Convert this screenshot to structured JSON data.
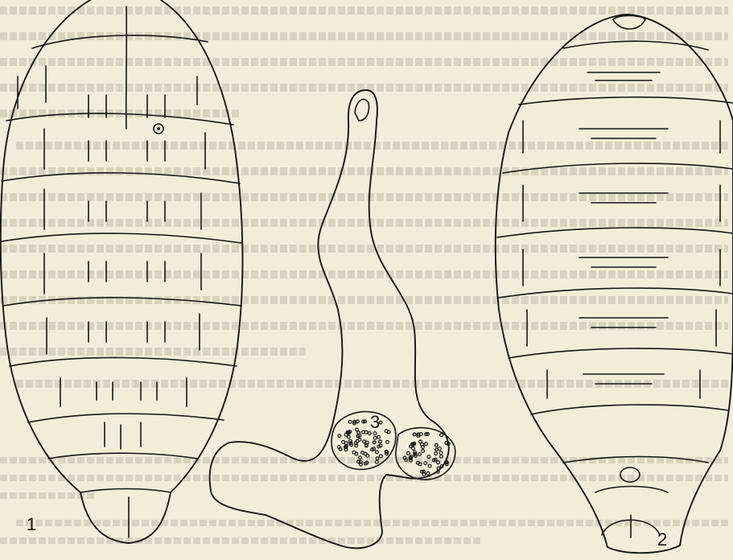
{
  "figure": {
    "labels": {
      "fig1": "1",
      "fig2": "2",
      "fig3": "3"
    }
  }
}
